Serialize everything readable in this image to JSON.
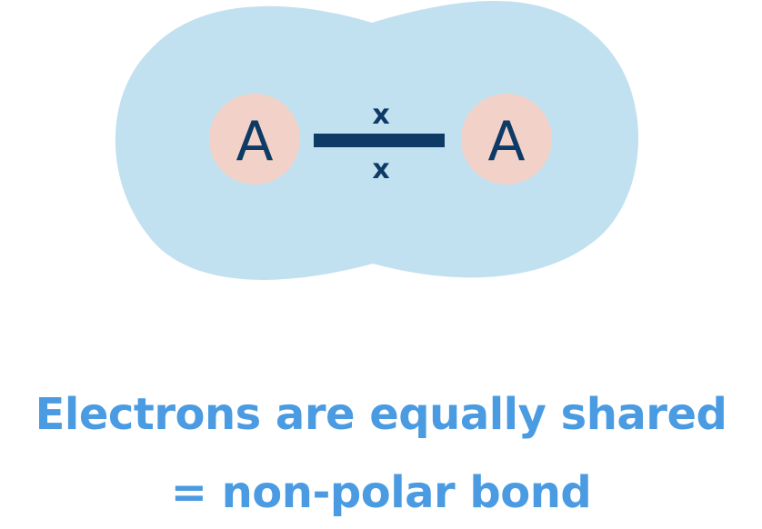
{
  "diagram": {
    "atom_left_label": "A",
    "atom_right_label": "A",
    "electron_top": "x",
    "electron_bottom": "x"
  },
  "caption": {
    "line1": "Electrons are equally shared",
    "line2": "= non-polar bond"
  },
  "colors": {
    "electron_cloud": "#c2e1f0",
    "atom_fill": "#f2d2c8",
    "bond_and_atom_text": "#0e3a66",
    "caption_text": "#4a9be2",
    "background": "#ffffff"
  }
}
